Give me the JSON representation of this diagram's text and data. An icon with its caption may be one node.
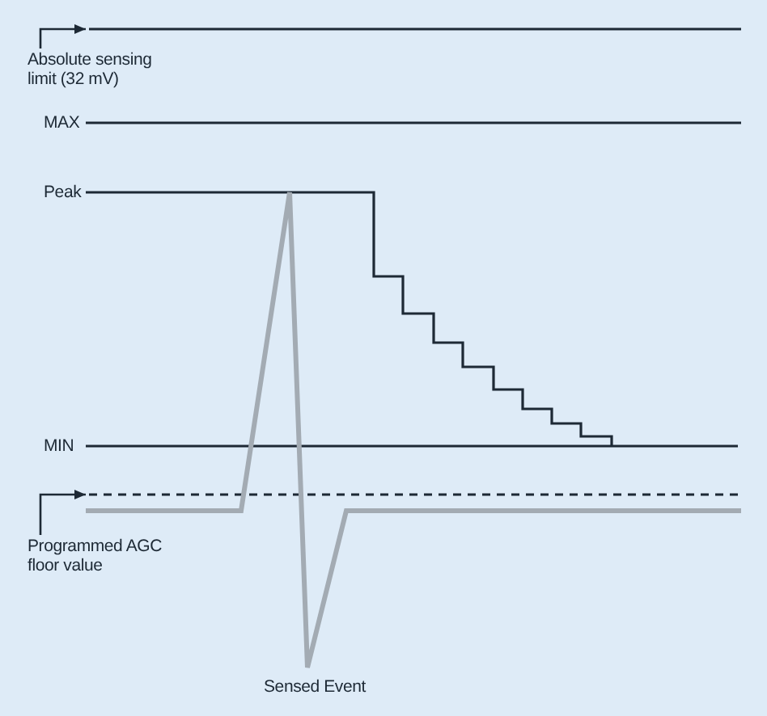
{
  "diagram": {
    "nodes": [
      {
        "text": [
          "Absolute sensing limit (32 mV)"
        ]
      },
      {
        "text": [],
        "shape": "line"
      },
      {
        "text": [
          "Programmed AGC floor value"
        ]
      },
      {
        "text": [],
        "shape": "line"
      }
    ],
    "edges": [
      {
        "from": 0,
        "to": 1,
        "arrow": "to"
      },
      {
        "from": 2,
        "to": 3,
        "arrow": "to"
      }
    ],
    "labels": [
      "MAX",
      "Peak",
      "MIN",
      "Sensed Event"
    ]
  }
}
